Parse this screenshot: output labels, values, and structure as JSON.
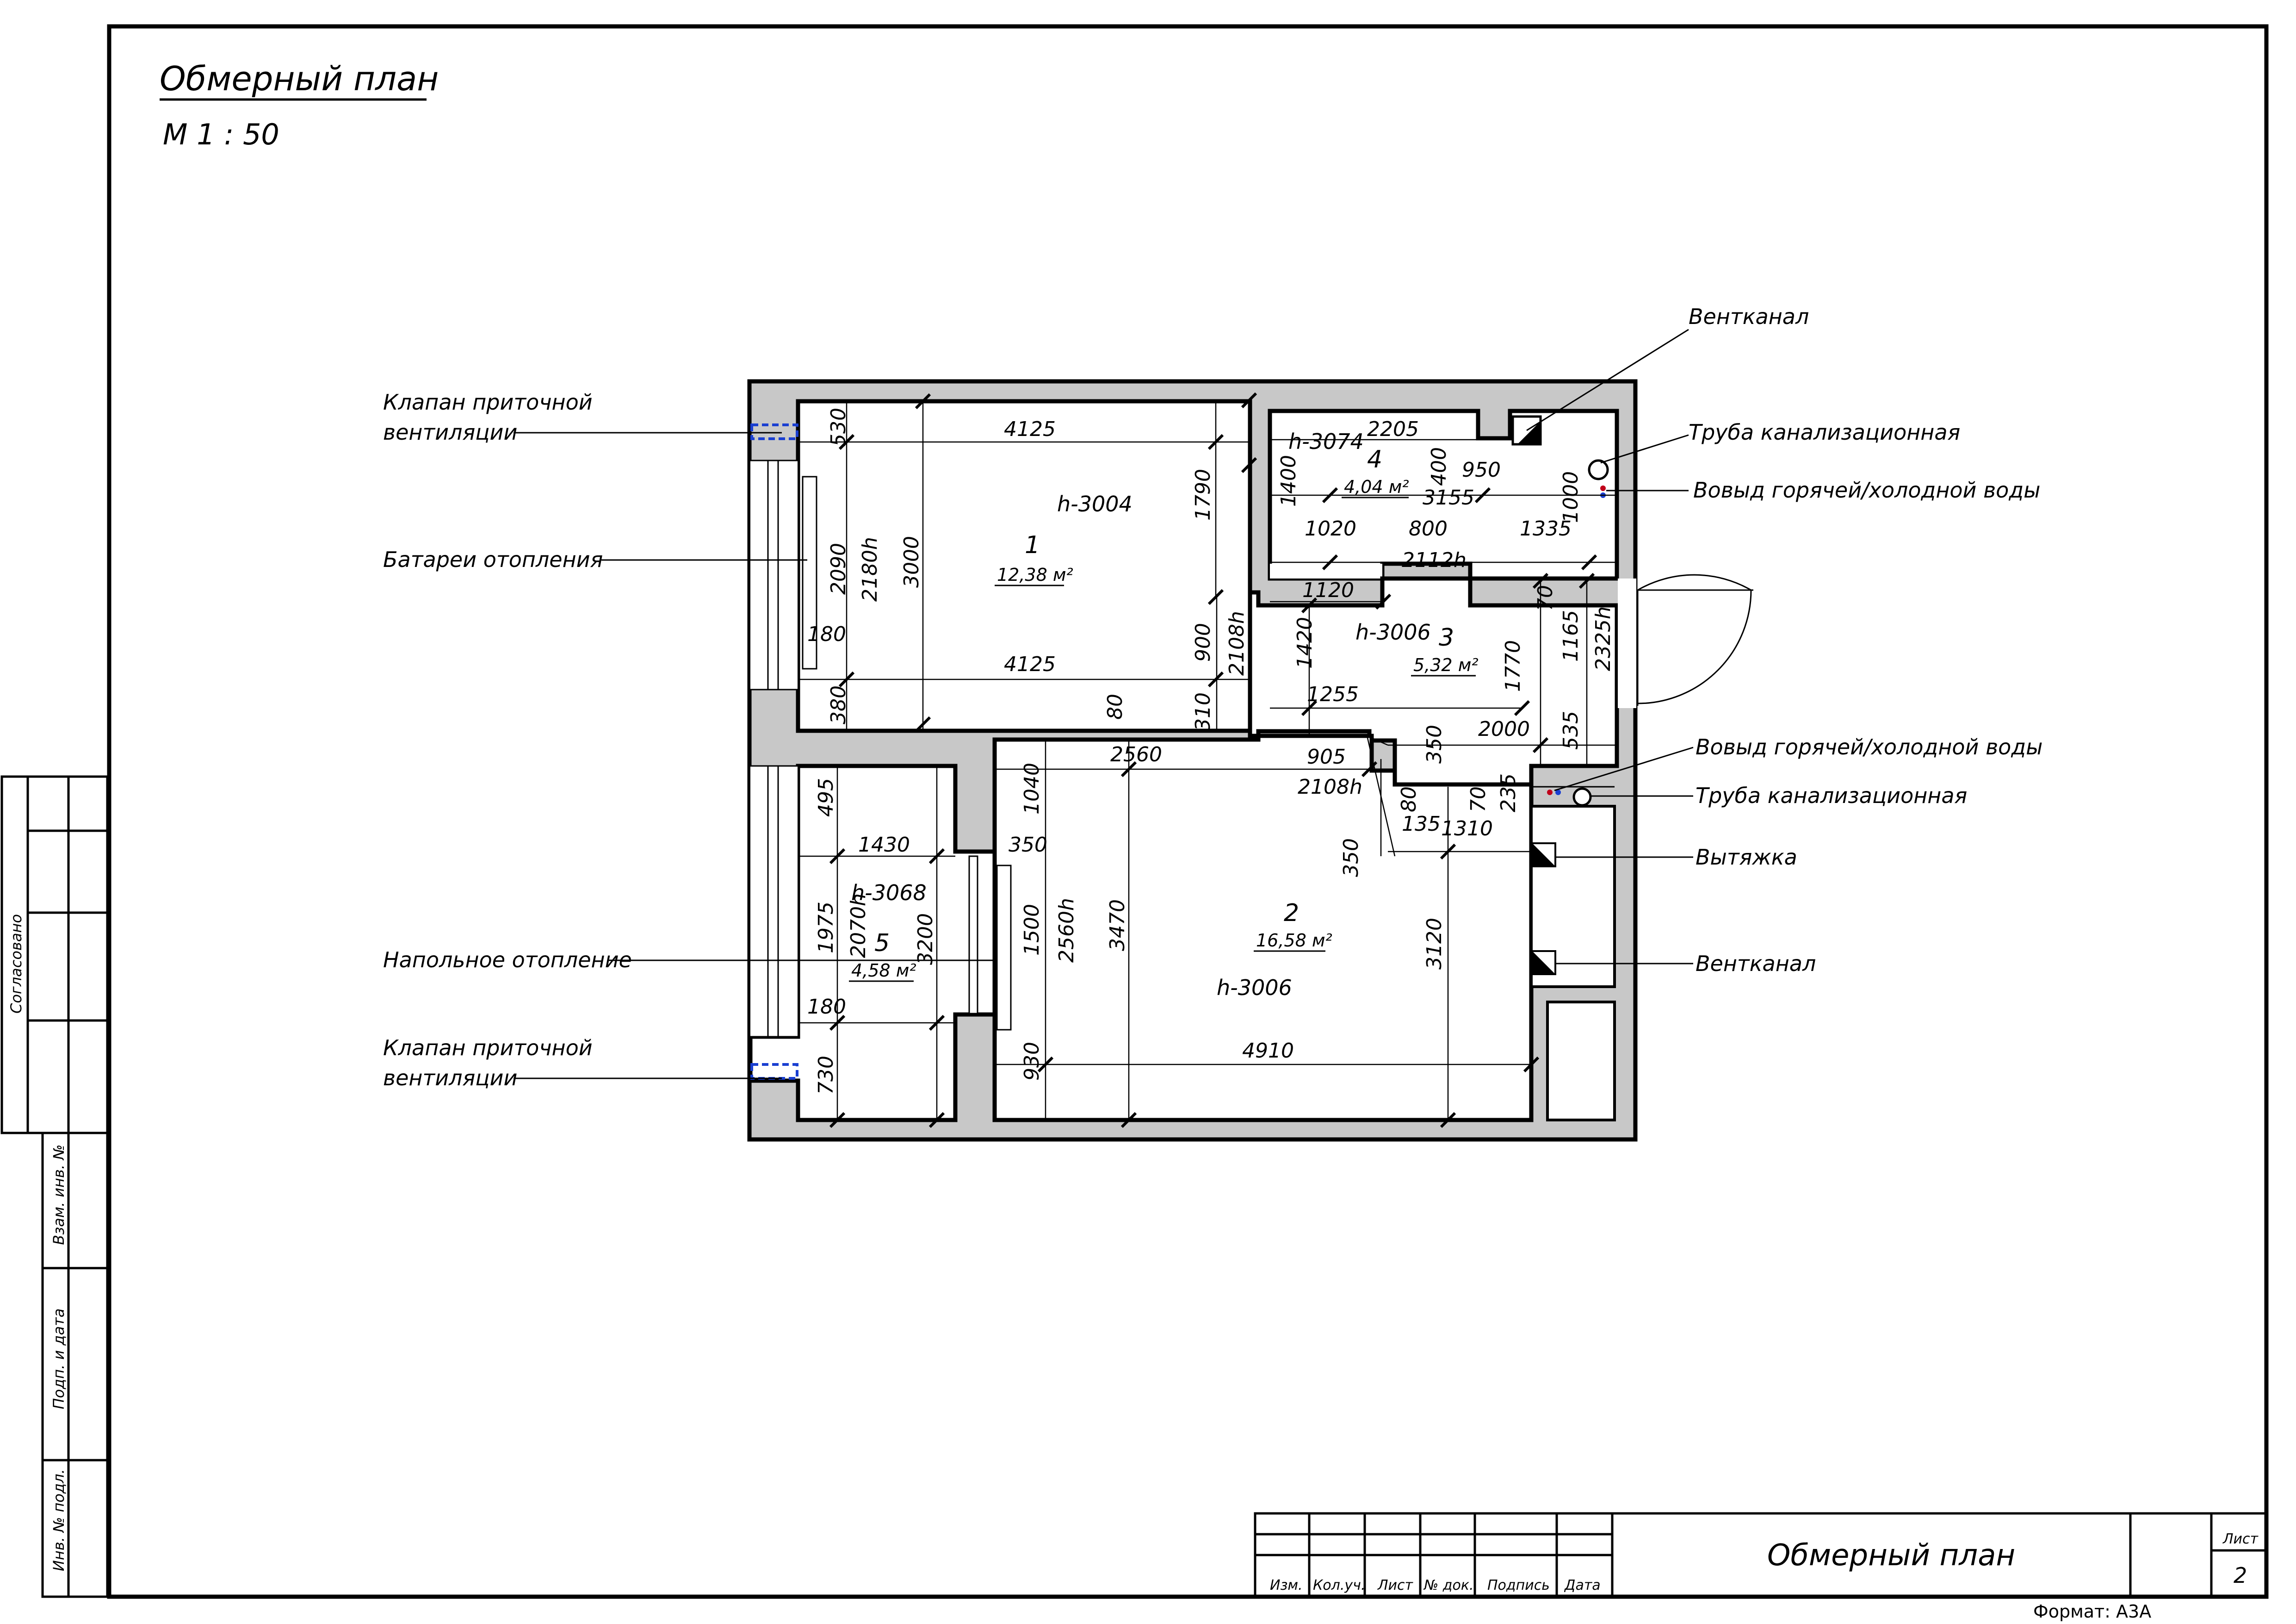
{
  "drawing": {
    "title": "Обмерный план",
    "scale": "М  1 : 50"
  },
  "rooms": [
    {
      "id": "room-1",
      "number": "1",
      "area": "12,38 м²",
      "height": "h-3004"
    },
    {
      "id": "room-2",
      "number": "2",
      "area": "16,58 м²",
      "height": "h-3006"
    },
    {
      "id": "room-3",
      "number": "3",
      "area": "5,32 м²",
      "height": "h-3006"
    },
    {
      "id": "room-4",
      "number": "4",
      "area": "4,04 м²",
      "height": "h-3074"
    },
    {
      "id": "room-5",
      "number": "5",
      "area": "4,58 м²",
      "height": "h-3068"
    }
  ],
  "callouts": {
    "vent_valve_top_1": "Клапан приточной",
    "vent_valve_top_2": "вентиляции",
    "radiators": "Батареи отопления",
    "floor_heating": "Напольное отопление",
    "vent_valve_bottom_1": "Клапан приточной",
    "vent_valve_bottom_2": "вентиляции",
    "vent_channel_top": "Вентканал",
    "sewer_pipe_top": "Труба канализационная",
    "water_outlet_top": "Вовыд горячей/холодной воды",
    "water_outlet_bottom": "Вовыд горячей/холодной воды",
    "sewer_pipe_bottom": "Труба канализационная",
    "hood": "Вытяжка",
    "vent_channel_bottom": "Вентканал"
  },
  "dimensions": {
    "d4125_top": "4125",
    "d4125_bot": "4125",
    "d530": "530",
    "d2090": "2090",
    "d2180h": "2180h",
    "d3000": "3000",
    "d180_top": "180",
    "d380": "380",
    "d1790": "1790",
    "d900": "900",
    "d2108h_a": "2108h",
    "d310": "310",
    "d80_a": "80",
    "d2205": "2205",
    "d400": "400",
    "d950": "950",
    "d1400": "1400",
    "d3155": "3155",
    "d1000": "1000",
    "d1020": "1020",
    "d800": "800",
    "d1335": "1335",
    "d2112h": "2112h",
    "d1120": "1120",
    "d70_a": "70",
    "d1165": "1165",
    "d2325h": "2325h",
    "d1420": "1420",
    "d1770": "1770",
    "d1255": "1255",
    "d2000": "2000",
    "d535": "535",
    "d905": "905",
    "d350_a": "350",
    "d2108h_b": "2108h",
    "d80_b": "80",
    "d70_b": "70",
    "d235": "235",
    "d135": "135",
    "d1310": "1310",
    "d350_b": "350",
    "d2560": "2560",
    "d1040": "1040",
    "d3470": "3470",
    "d1500": "1500",
    "d2560h": "2560h",
    "d3120": "3120",
    "d4910": "4910",
    "d930": "930",
    "d495": "495",
    "d1430": "1430",
    "d350_c": "350",
    "d1975": "1975",
    "d2070h": "2070h",
    "d3200": "3200",
    "d180_bot": "180",
    "d730": "730"
  },
  "approvals": {
    "agreed": "Согласовано",
    "inv_replace": "Взам. инв. №",
    "sign_date": "Подп. и дата",
    "inv_orig": "Инв. № подл."
  },
  "title_block": {
    "col_izm": "Изм.",
    "col_kol": "Кол.уч.",
    "col_list": "Лист",
    "col_doc": "№ док.",
    "col_sign": "Подпись",
    "col_date": "Дата",
    "name": "Обмерный план",
    "sheet_label": "Лист",
    "sheet_number": "2",
    "format": "Формат: А3А"
  }
}
